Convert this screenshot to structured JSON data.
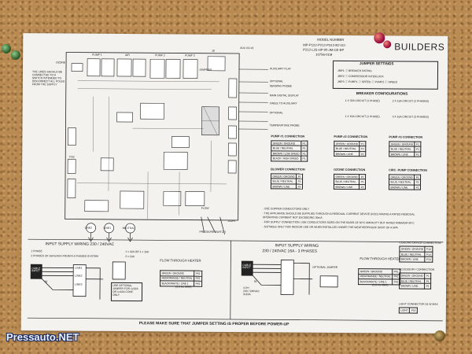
{
  "header": {
    "model_label": "MODEL NUMBER",
    "model_line1": "MP-P122-P212-P312-B2-O2-",
    "model_line2": "P212-L25-HP-IR-JM-CE-EP",
    "part_no": "10756-01M",
    "brand": "BUILDERS"
  },
  "board": {
    "ozone": "OZONE",
    "pump1": "PUMP 1",
    "air": "AIR",
    "pump2": "PUMP 2",
    "pump3": "PUMP 3",
    "aux_io": "AUX I/O #2",
    "aux_io_sub": "J8",
    "jumpers": "JUMPERS",
    "note": "THE LINES SHOULD BE CONNECTED TO A SWITCH INTENDED TO DISCONNECT ALL POLES FROM THE SUPPLY",
    "ps2": "PS2",
    "lines_label": "LINE2",
    "line1": "LINE1",
    "neutral": "NEUTRAL",
    "light": "LIGHT",
    "flow": "FLOW",
    "pressure": "PRESSURE SWITCH"
  },
  "callouts": [
    "AUXILIARY PLAY",
    "OPTIONAL",
    "SENSING PROBE",
    "MAIN DIGITAL DISPLAY",
    "CABLE TO AUXILIARY",
    "OPTIONAL",
    "TEMPERATURE PROBE"
  ],
  "jumper_settings": {
    "title": "JUMPER SETTINGS",
    "rows": [
      "JMP1 ⓘ BREAKER RATING",
      "JMP2 ⓘ COMPRESSOR INTERLOCK",
      "JMP3 ⓘ PUMP1 ⓘ SPEED ⓘ PUMP2 ⓘ SPEED"
    ]
  },
  "breaker": {
    "title": "BREAKER CONFIGURATIONS",
    "opt1": "1 X 32A CIRCUIT (1 PHASE)",
    "opt2": "2 X 16A CIRCUIT (2 PHASES)",
    "opt3": "1 X 16A CIRCUIT (1 PHASE)",
    "opt4": "3 X 16A CIRCUIT (3 PHASES)"
  },
  "tables": [
    {
      "title": "PUMP #1 CONNECTION",
      "rows": [
        [
          "GREEN / GROUND",
          "P1"
        ],
        [
          "BLUE / NEUTRAL",
          "P1"
        ],
        [
          "BROWN / LOW SPEED",
          "P1"
        ],
        [
          "BLACK / HIGH SPEED",
          "P1"
        ]
      ]
    },
    {
      "title": "PUMP #2 CONNECTION",
      "rows": [
        [
          "GREEN / GROUND",
          "P1"
        ],
        [
          "BLUE / NEUTRAL",
          "P1"
        ],
        [
          "BROWN / LINE",
          "P1"
        ]
      ]
    },
    {
      "title": "PUMP #3 CONNECTION",
      "rows": [
        [
          "GREEN / GROUND",
          "P1"
        ],
        [
          "BLUE / NEUTRAL",
          "P1"
        ],
        [
          "BROWN / LINE",
          "P1"
        ]
      ]
    },
    {
      "title": "BLOWER CONNECTION",
      "rows": [
        [
          "GREEN / GROUND",
          "P1"
        ],
        [
          "BLUE / NEUTRAL",
          "P1"
        ],
        [
          "BROWN / LINE",
          "P1"
        ]
      ]
    },
    {
      "title": "OZONE CONNECTION",
      "rows": [
        [
          "GREEN / GROUND",
          "P1"
        ],
        [
          "BLUE / NEUTRAL",
          "P1"
        ],
        [
          "BROWN / LINE",
          "P1"
        ]
      ]
    },
    {
      "title": "CIRC. PUMP CONNECTION",
      "rows": [
        [
          "GREEN / GROUND",
          "P1"
        ],
        [
          "BLUE / NEUTRAL",
          "P1"
        ],
        [
          "BROWN / LINE",
          "P1"
        ]
      ]
    }
  ],
  "notes": [
    "- USE COPPER CONDUCTORS ONLY",
    "- THE APPLIANCE SHOULD BE SUPPLIED THROUGH A RESIDUAL CURRENT DEVICE (RCD) HAVING A RATED RESIDUAL",
    "  OPERATING CURRENT NOT EXCEEDING 30mA",
    "- FOR SUPPLY CONNECTION, USE CONDUCTORS SIZED ON THE BASIS OF 60°C AMPACITY BUT RATED MINIMUM 90°C",
    "- SUITABLE ONLY FOR INDOOR USE OR WHEN INSTALLED UNDER THE WEATHERPROOF SKIRT OF A SPA"
  ],
  "supply_left": {
    "title": "INPUT SUPPLY WIRING  230 / 240VAC",
    "row1a": "1 PHASE",
    "row1b": "1 x 32A OR 1 x 16A",
    "row2a": "2 PHASES OF 16A EACH FROM A 3 PHASES SYSTEM",
    "row2b": "2 x 16A",
    "cable": "CABLE INPUT",
    "n": "N",
    "line1": "LINE1",
    "line2": "LINE2",
    "line3": "LINE3",
    "opt_jumper": "USE OPTIONAL JUMPER FOR 1x32A OR 1x16A CONF. ONLY",
    "flow": "FLOW THROUGH HEATER",
    "heater_rows": [
      [
        "GREEN / GROUND",
        "P41"
      ],
      [
        "RED/ORANGE / NEUTRAL",
        "P41"
      ],
      [
        "BLACK/WHITE / LINE 1",
        "P41"
      ]
    ],
    "heater_note": "(3.6 kw MAX)"
  },
  "supply_right": {
    "title": "INPUT SUPPLY WIRING",
    "sub": "230 / 240VAC  16A - 3 PHASES",
    "cable": "CABLE INPUT",
    "n": "N",
    "spec": "3 PH\n230 / 240VAC\n3x16A",
    "opt_jumper": "OPTIONAL JUMPER",
    "flow": "FLOW THROUGH HEATER",
    "heater_rows": [
      [
        "GREEN / GROUND",
        "P41"
      ],
      [
        "RED/ORANGE / NEUTRAL",
        "P41"
      ],
      [
        "BLACK/WHITE / LINE 1",
        "P41"
      ]
    ],
    "heater_note": "(3.6 kw MAX)"
  },
  "side_tables": [
    {
      "title": "COOLING DEVICE CONNECTION",
      "rows": [
        [
          "GREEN / GROUND",
          "P14"
        ],
        [
          "BLUE / NEUTRAL",
          "P14"
        ],
        [
          "BROWN / LINE",
          "P14"
        ]
      ]
    },
    {
      "title": "ACCESSORY CONNECTION",
      "rows": [
        [
          "GREEN / GROUND",
          "P1"
        ],
        [
          "BLUE / NEUTRAL",
          "P1"
        ],
        [
          "BROWN / LINE",
          "P1"
        ]
      ]
    },
    {
      "title": "LIGHT CONNECTOR 24 W MAX",
      "rows": [
        [
          "LIGHT",
          "P14"
        ]
      ]
    }
  ],
  "footer": "PLEASE MAKE SURE THAT JUMPER SETTING IS PROPER BEFORE POWER-UP",
  "watermark": "Pressauto.NET"
}
